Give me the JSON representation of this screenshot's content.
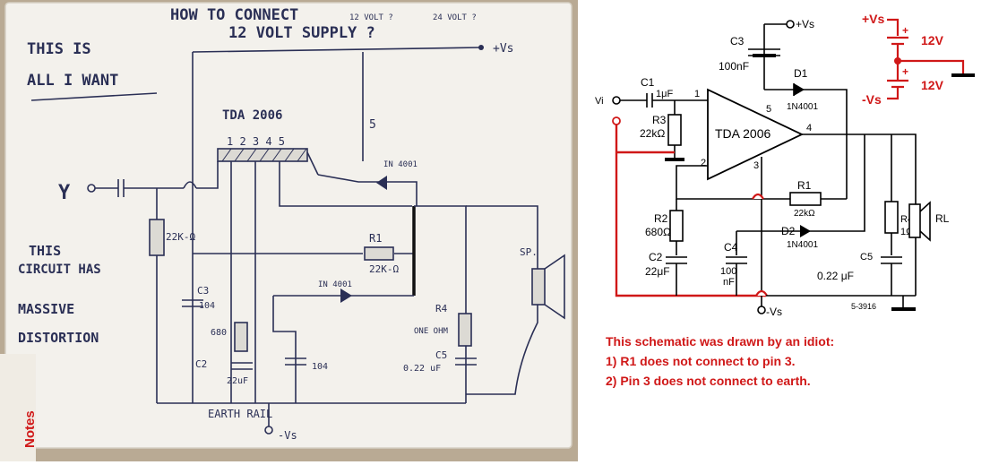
{
  "sketch": {
    "title_line1": "HOW TO CONNECT",
    "title_line2": "12 VOLT SUPPLY ?",
    "title_note_a": "12 VOLT ?",
    "title_note_b": "24 VOLT ?",
    "want_line1": "THIS IS",
    "want_line2": "ALL I WANT",
    "chip_label": "TDA 2006",
    "pin_numbers": "1 2 3 4 5",
    "pin5_mark": "5",
    "plus_vs": "+Vs",
    "diode_top": "IN 4001",
    "diode_mid": "IN 4001",
    "r1_name": "R1",
    "r1_value": "22K-Ω",
    "r2_value": "22K-Ω",
    "c3_name": "C3",
    "c3_value": "104",
    "r680": "680",
    "c2_name": "C2",
    "c2_value": "22uF",
    "c104_value": "104",
    "r4_name": "R4",
    "r4_value": "ONE OHM",
    "c5_name": "C5",
    "c5_value": "0.22 uF",
    "speaker": "SP.",
    "earth_rail": "EARTH RAIL",
    "minus_vs": "-Vs",
    "distortion_line1": "THIS",
    "distortion_line2": "CIRCUIT HAS",
    "distortion_line3": "MASSIVE",
    "distortion_line4": "DISTORTION",
    "notes_tab": "Notes"
  },
  "schematic": {
    "plus_vs_top": "+Vs",
    "c3_name": "C3",
    "c3_value": "100nF",
    "vi": "Vi",
    "c1_name": "C1",
    "c1_value": "1μF",
    "r3_name": "R3",
    "r3_value": "22kΩ",
    "chip": "TDA 2006",
    "pin1": "1",
    "pin2": "2",
    "pin3": "3",
    "pin4": "4",
    "pin5": "5",
    "d1_name": "D1",
    "d1_value": "1N4001",
    "r1_name": "R1",
    "r1_value": "22kΩ",
    "d2_name": "D2",
    "d2_value": "1N4001",
    "r2_name": "R2",
    "r2_value": "680Ω",
    "c2_name": "C2",
    "c2_value": "22μF",
    "c4_name": "C4",
    "c4_value_1": "100",
    "c4_value_2": "nF",
    "r4_name": "R4",
    "r4_value": "1Ω",
    "rl": "RL",
    "c5_name": "C5",
    "c5_value": "0.22 μF",
    "minus_vs_bottom": "-Vs",
    "figure_code": "5-3916",
    "supply_plus": "+Vs",
    "supply_minus": "-Vs",
    "supply_v1": "12V",
    "supply_v2": "12V",
    "plus_sign_1": "+",
    "plus_sign_2": "+"
  },
  "annotation": {
    "line1": "This schematic was drawn by an idiot:",
    "line2": "1) R1 does not connect to pin 3.",
    "line3": "2) Pin 3 does not connect to earth."
  },
  "colors": {
    "sketch_background": "#b9aa94",
    "card": "#f3f1ec",
    "ink": "#2a2f55",
    "annotation_red": "#d01818",
    "tab_text": "#d01818"
  }
}
